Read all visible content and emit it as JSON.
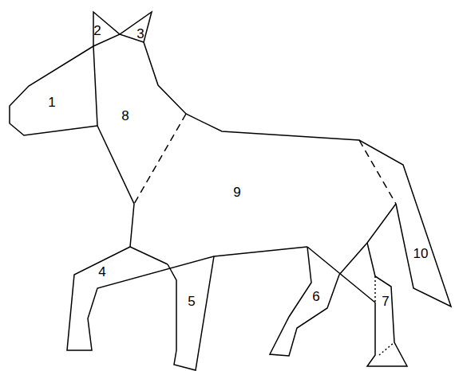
{
  "diagram": {
    "labels": [
      "1",
      "2",
      "3",
      "8",
      "9",
      "4",
      "5",
      "6",
      "7",
      "10"
    ]
  }
}
